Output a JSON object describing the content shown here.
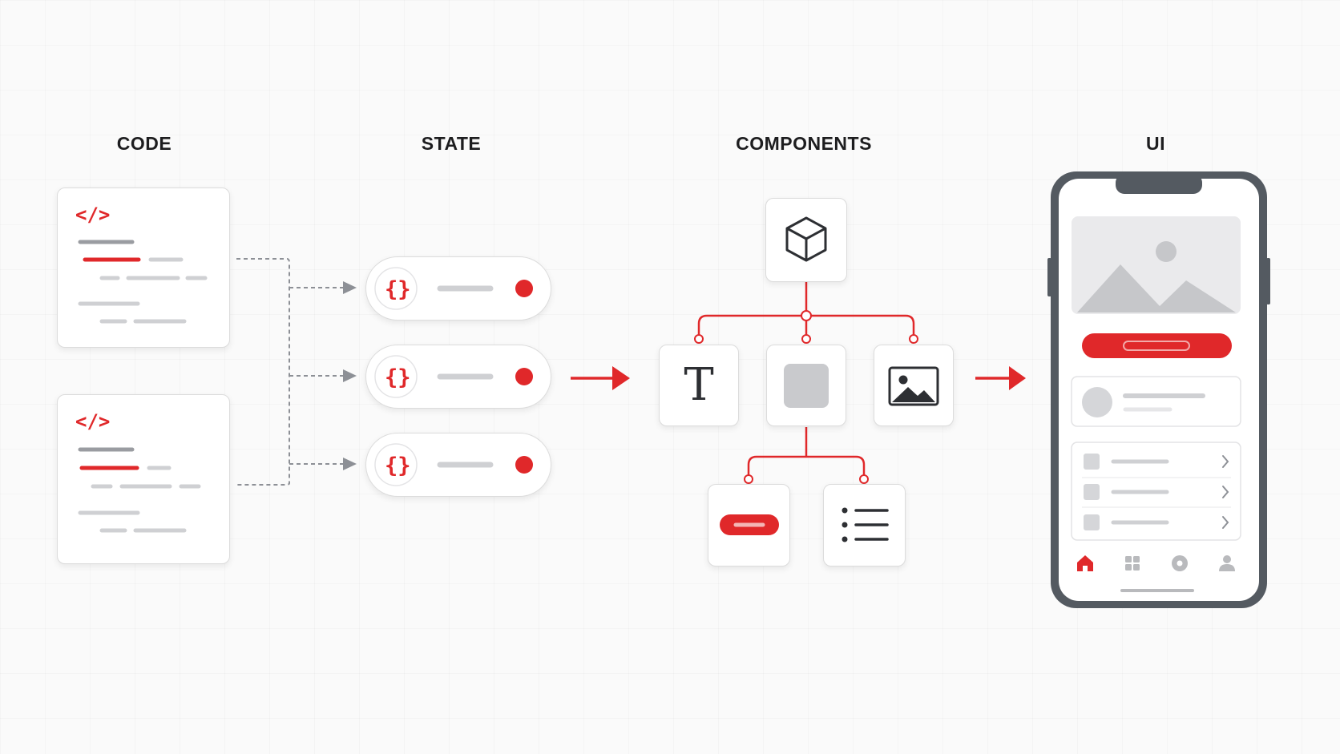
{
  "stages": [
    {
      "key": "code",
      "label": "CODE"
    },
    {
      "key": "state",
      "label": "STATE"
    },
    {
      "key": "components",
      "label": "COMPONENTS"
    },
    {
      "key": "ui",
      "label": "UI"
    }
  ],
  "code_cards": [
    {
      "icon": "code-tag-icon",
      "glyph": "</>"
    },
    {
      "icon": "code-tag-icon",
      "glyph": "</>"
    }
  ],
  "state_items": [
    {
      "icon": "curly-braces-icon",
      "glyph": "{}",
      "status": "active"
    },
    {
      "icon": "curly-braces-icon",
      "glyph": "{}",
      "status": "active"
    },
    {
      "icon": "curly-braces-icon",
      "glyph": "{}",
      "status": "active"
    }
  ],
  "components": {
    "root_icon": "cube-icon",
    "children": [
      {
        "icon": "text-icon",
        "glyph": "T"
      },
      {
        "icon": "box-icon"
      },
      {
        "icon": "image-icon"
      }
    ],
    "grandchildren": [
      {
        "icon": "button-icon"
      },
      {
        "icon": "list-icon"
      }
    ]
  },
  "phone": {
    "hero_icon": "image-placeholder-icon",
    "list_rows": 3,
    "nav_icons": [
      "home-icon",
      "grid-icon",
      "compass-icon",
      "profile-icon"
    ],
    "active_nav": "home-icon"
  },
  "colors": {
    "accent": "#e0282a",
    "gray_line": "#c8c9cc",
    "text": "#1d1d1f",
    "phone_frame": "#545a61"
  }
}
